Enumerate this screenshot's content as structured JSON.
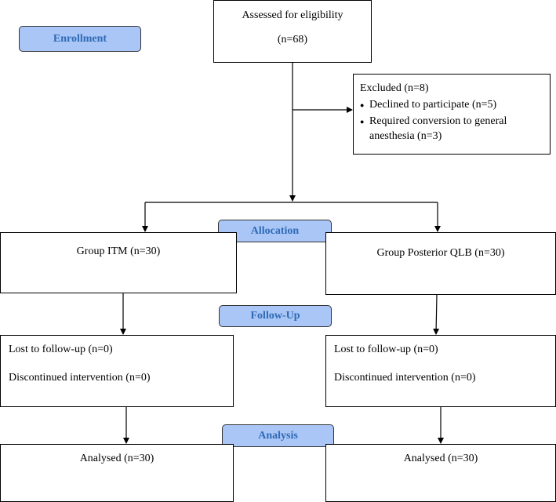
{
  "stages": {
    "enrollment": "Enrollment",
    "allocation": "Allocation",
    "follow_up": "Follow-Up",
    "analysis": "Analysis"
  },
  "assessed": {
    "title": "Assessed for eligibility",
    "count": "(n=68)"
  },
  "excluded": {
    "title": "Excluded (n=8)",
    "reasons": [
      "Declined to participate (n=5)",
      "Required conversion to general anesthesia (n=3)"
    ]
  },
  "groups": [
    {
      "name": "Group ITM (n=30)",
      "lost": "Lost to follow-up (n=0)",
      "discontinued": "Discontinued intervention (n=0)",
      "analysed": "Analysed (n=30)"
    },
    {
      "name": "Group Posterior QLB (n=30)",
      "lost": "Lost to follow-up (n=0)",
      "discontinued": "Discontinued intervention (n=0)",
      "analysed": "Analysed (n=30)"
    }
  ]
}
